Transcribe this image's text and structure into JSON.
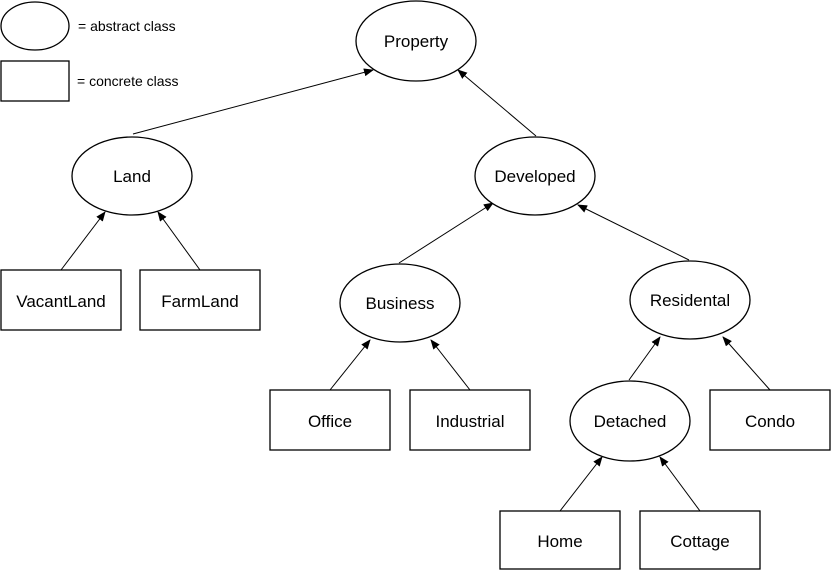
{
  "legend": {
    "abstract_label": "= abstract class",
    "concrete_label": "= concrete class"
  },
  "nodes": {
    "property": "Property",
    "land": "Land",
    "developed": "Developed",
    "vacantland": "VacantLand",
    "farmland": "FarmLand",
    "business": "Business",
    "residental": "Residental",
    "office": "Office",
    "industrial": "Industrial",
    "detached": "Detached",
    "condo": "Condo",
    "home": "Home",
    "cottage": "Cottage"
  }
}
